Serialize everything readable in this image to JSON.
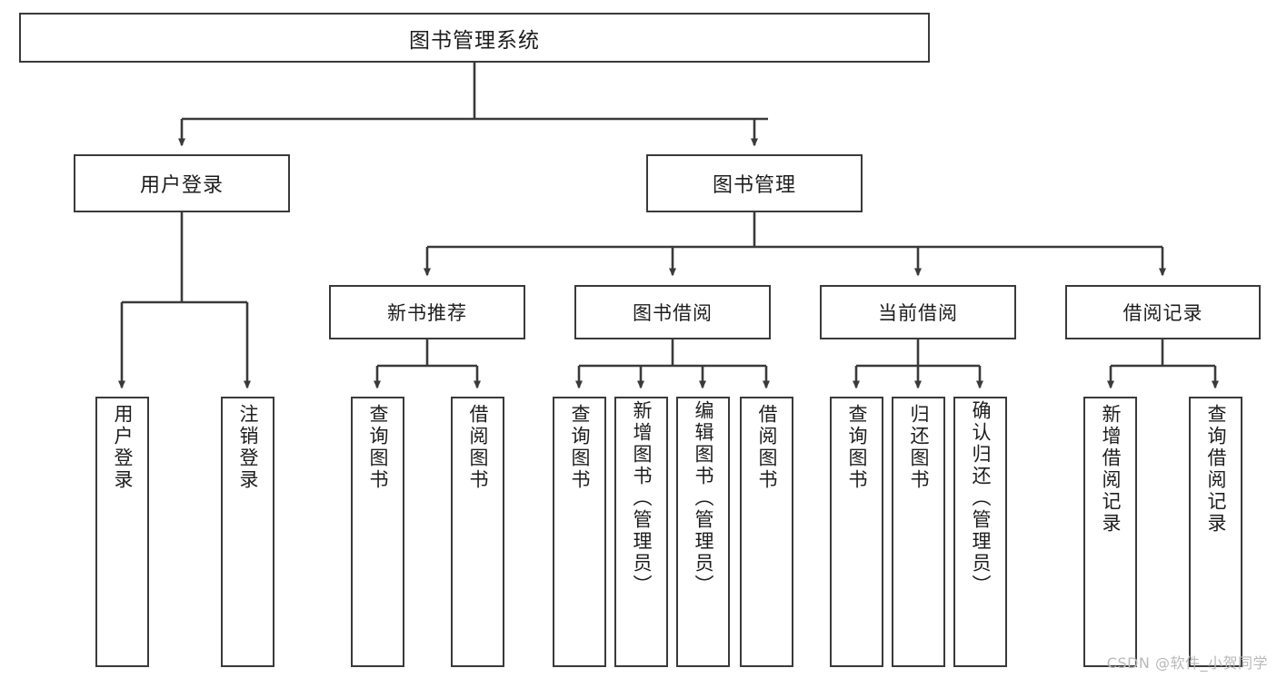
{
  "diagram": {
    "title": "图书管理系统",
    "type": "tree-hierarchy",
    "stroke_color": "#3a3a3a",
    "text_color": "#1d1d1d",
    "background_color": "#ffffff",
    "root": {
      "label": "图书管理系统"
    },
    "level1": [
      {
        "label": "用户登录"
      },
      {
        "label": "图书管理"
      }
    ],
    "level2": [
      {
        "label": "新书推荐"
      },
      {
        "label": "图书借阅"
      },
      {
        "label": "当前借阅"
      },
      {
        "label": "借阅记录"
      }
    ],
    "leaves": {
      "user_login": [
        {
          "label": "用户登录"
        },
        {
          "label": "注销登录"
        }
      ],
      "new_book_recommend": [
        {
          "label": "查询图书"
        },
        {
          "label": "借阅图书"
        }
      ],
      "book_borrow": [
        {
          "label": "查询图书"
        },
        {
          "label": "新增图书（管理员）"
        },
        {
          "label": "编辑图书（管理员）"
        },
        {
          "label": "借阅图书"
        }
      ],
      "current_borrow": [
        {
          "label": "查询图书"
        },
        {
          "label": "归还图书"
        },
        {
          "label": "确认归还（管理员）"
        }
      ],
      "borrow_record": [
        {
          "label": "新增借阅记录"
        },
        {
          "label": "查询借阅记录"
        }
      ]
    }
  },
  "watermark": {
    "text": "CSDN @软件_小贺同学"
  }
}
